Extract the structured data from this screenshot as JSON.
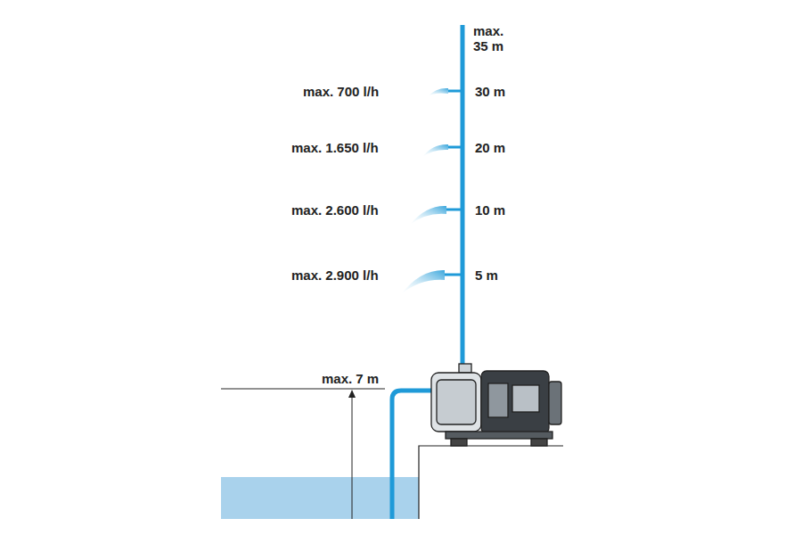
{
  "diagram": {
    "labels": [
      "max. 35 m",
      "max. 700 l/h",
      "30 m",
      "max. 1.650 l/h",
      "20 m",
      "max. 2.600 l/h",
      "10 m",
      "max. 2.900 l/h",
      "5 m",
      "max. 7 m"
    ]
  }
}
